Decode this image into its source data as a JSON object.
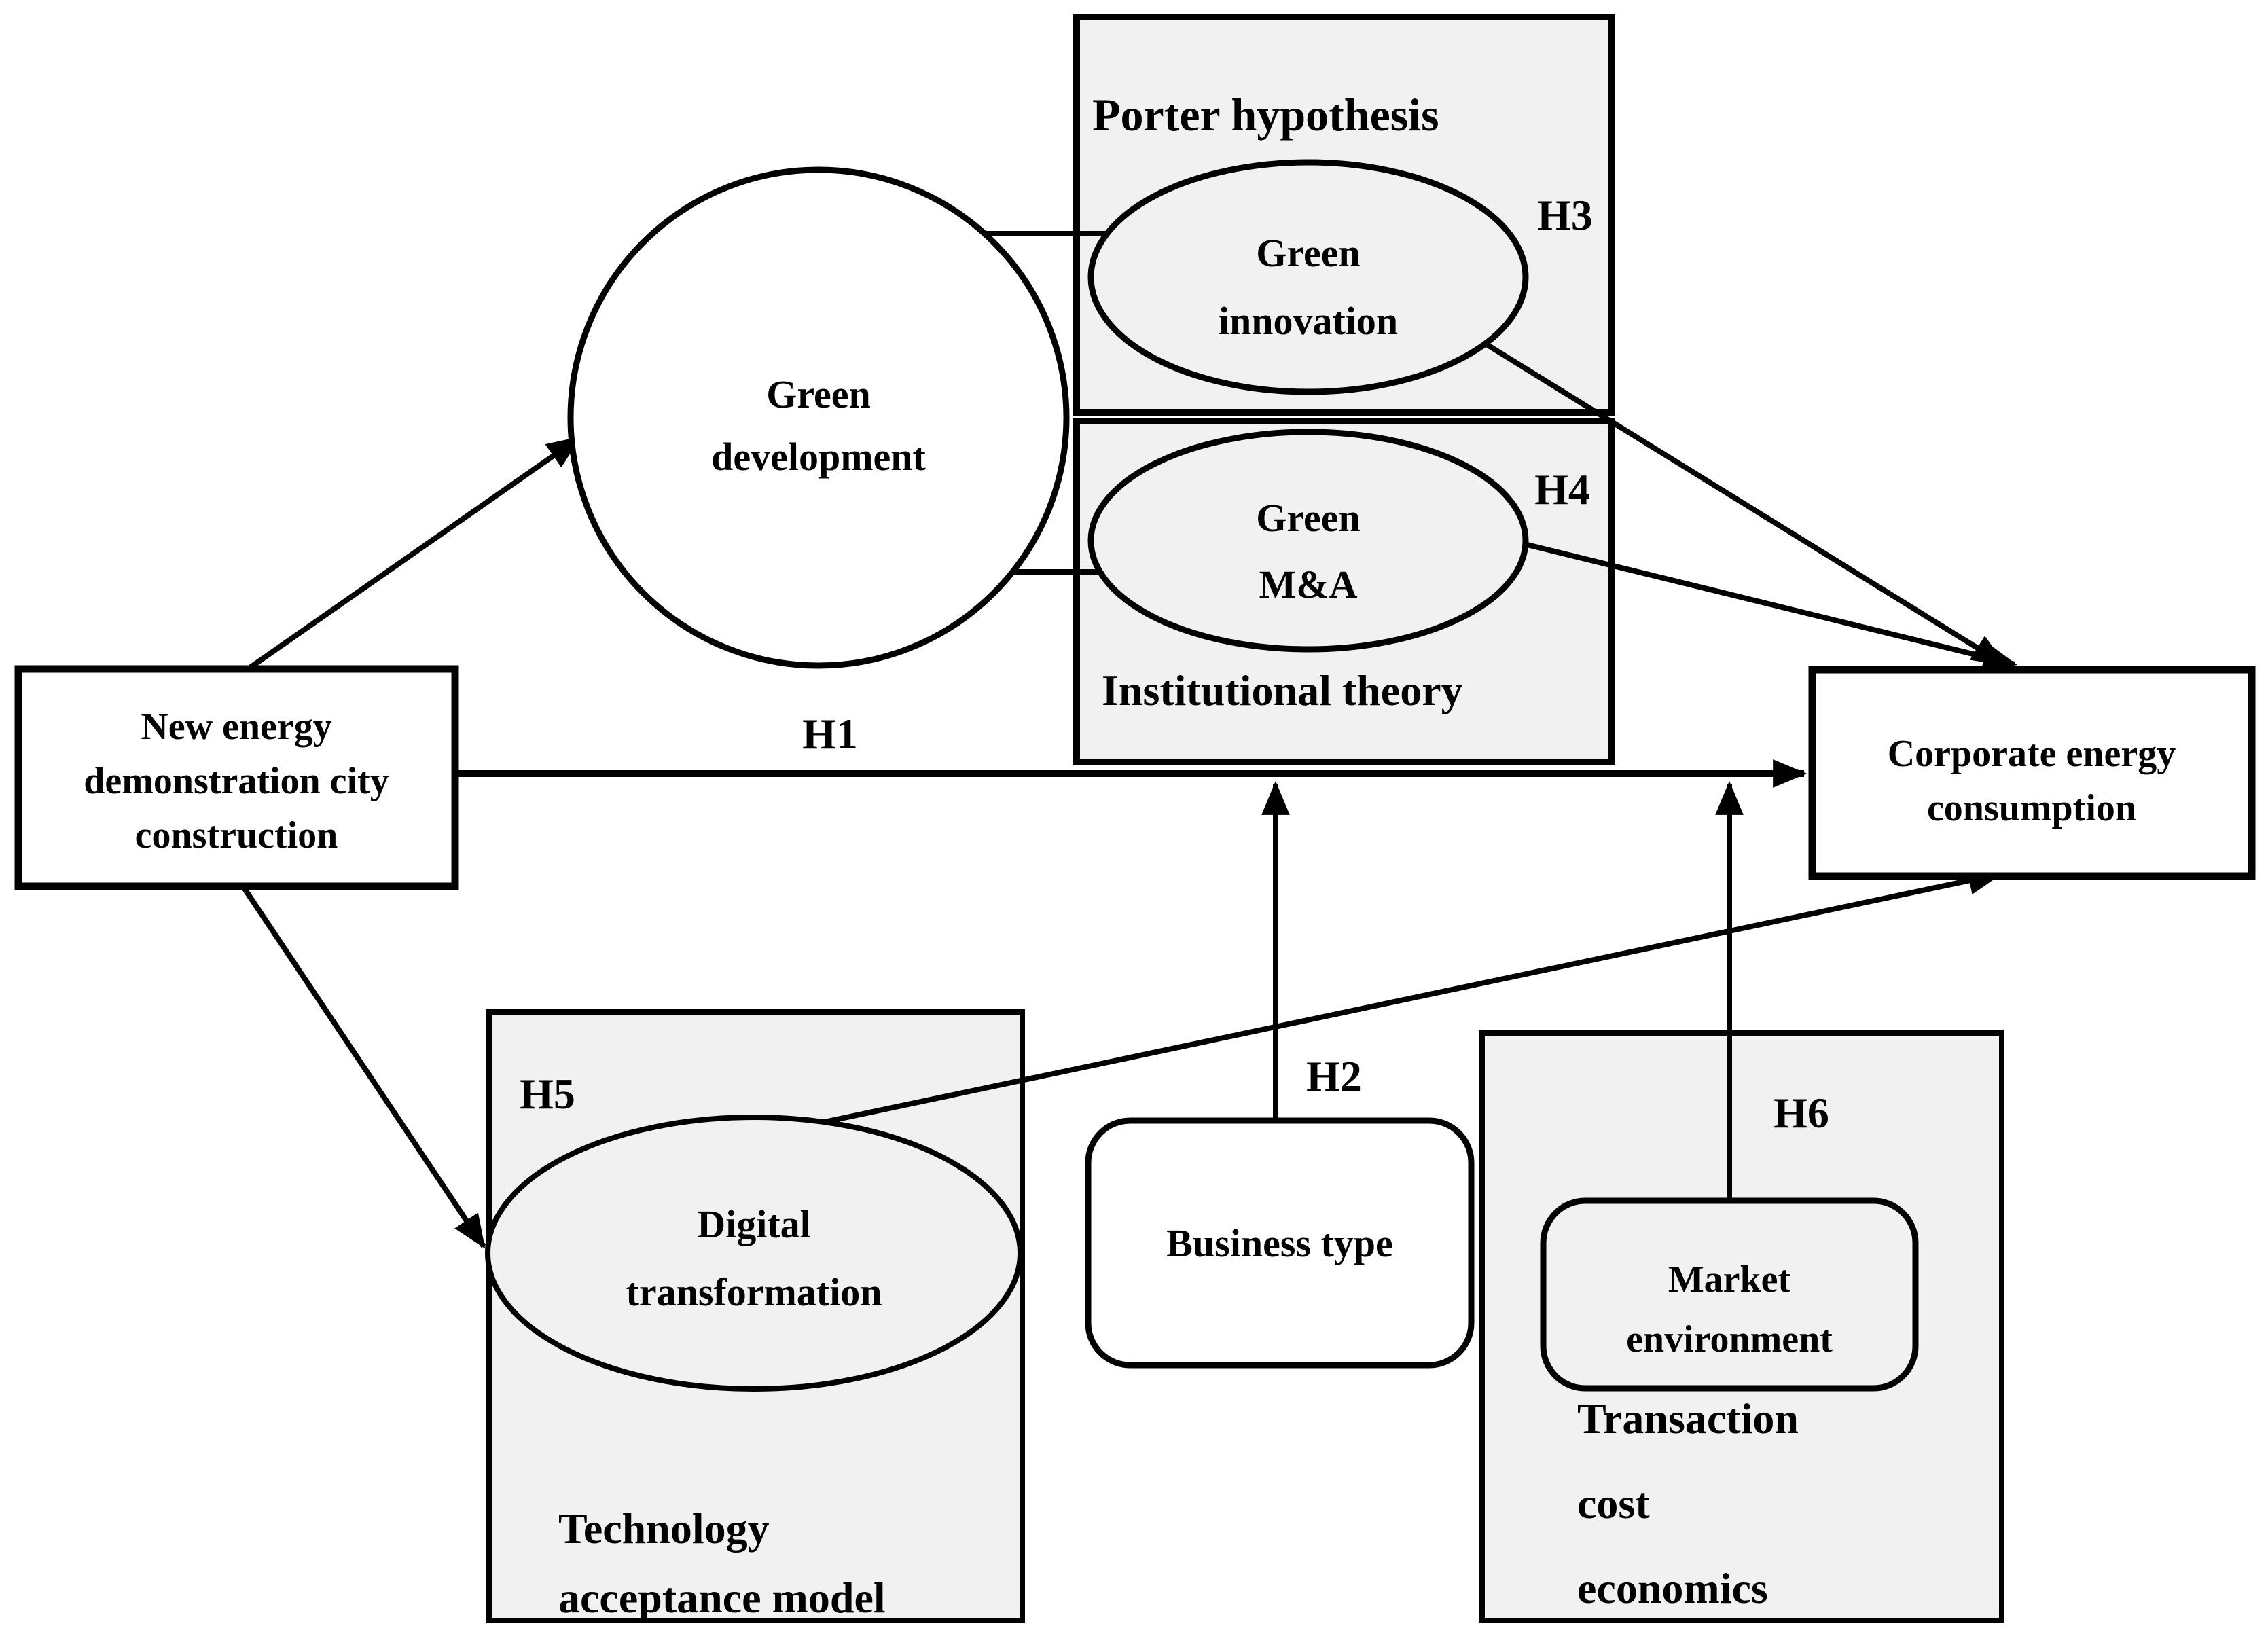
{
  "colors": {
    "background": "#ffffff",
    "panel_grey": "#f1f1f1",
    "node_white": "#ffffff",
    "stroke_black": "#000000"
  },
  "nodes": {
    "new_energy": {
      "line1": "New energy",
      "line2": "demonstration city",
      "line3": "construction"
    },
    "green_development": {
      "line1": "Green",
      "line2": "development"
    },
    "green_innovation": {
      "line1": "Green",
      "line2": "innovation"
    },
    "green_ma": {
      "line1": "Green",
      "line2": "M&A"
    },
    "corporate_energy": {
      "line1": "Corporate energy",
      "line2": "consumption"
    },
    "digital_transformation": {
      "line1": "Digital",
      "line2": "transformation"
    },
    "business_type": {
      "label": "Business type"
    },
    "market_environment": {
      "line1": "Market",
      "line2": "environment"
    }
  },
  "theories": {
    "porter": {
      "title": "Porter hypothesis"
    },
    "institutional": {
      "title": "Institutional theory"
    },
    "tam": {
      "line1": "Technology",
      "line2": "acceptance model"
    },
    "tce": {
      "line1": "Transaction",
      "line2": "cost",
      "line3": "economics"
    }
  },
  "hypotheses": {
    "h1": "H1",
    "h2": "H2",
    "h3": "H3",
    "h4": "H4",
    "h5": "H5",
    "h6": "H6"
  }
}
